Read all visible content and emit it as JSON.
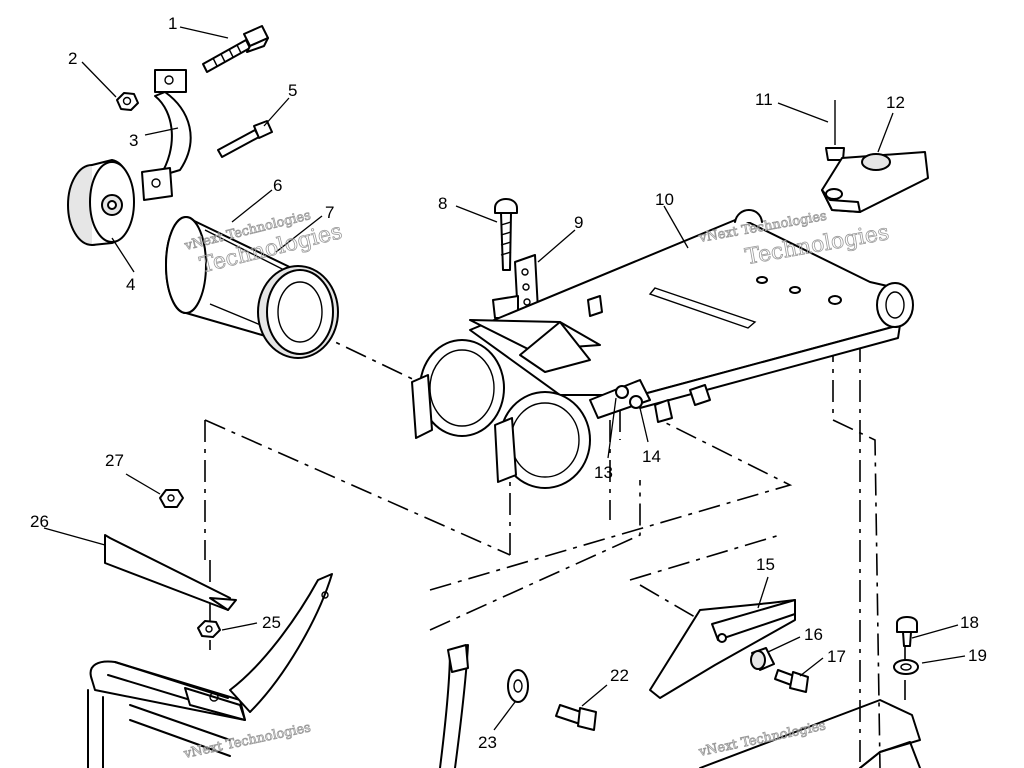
{
  "colors": {
    "line": "#000000",
    "paper": "#ffffff",
    "watermark": "#9a9a9a",
    "shade": "#e6e6e6"
  },
  "callouts": [
    "1",
    "2",
    "3",
    "4",
    "5",
    "6",
    "7",
    "8",
    "9",
    "10",
    "11",
    "12",
    "13",
    "14",
    "15",
    "16",
    "17",
    "18",
    "19",
    "22",
    "23",
    "25",
    "26",
    "27"
  ],
  "watermark": {
    "line1": "vNext Technologies",
    "line2": "Technologies"
  }
}
